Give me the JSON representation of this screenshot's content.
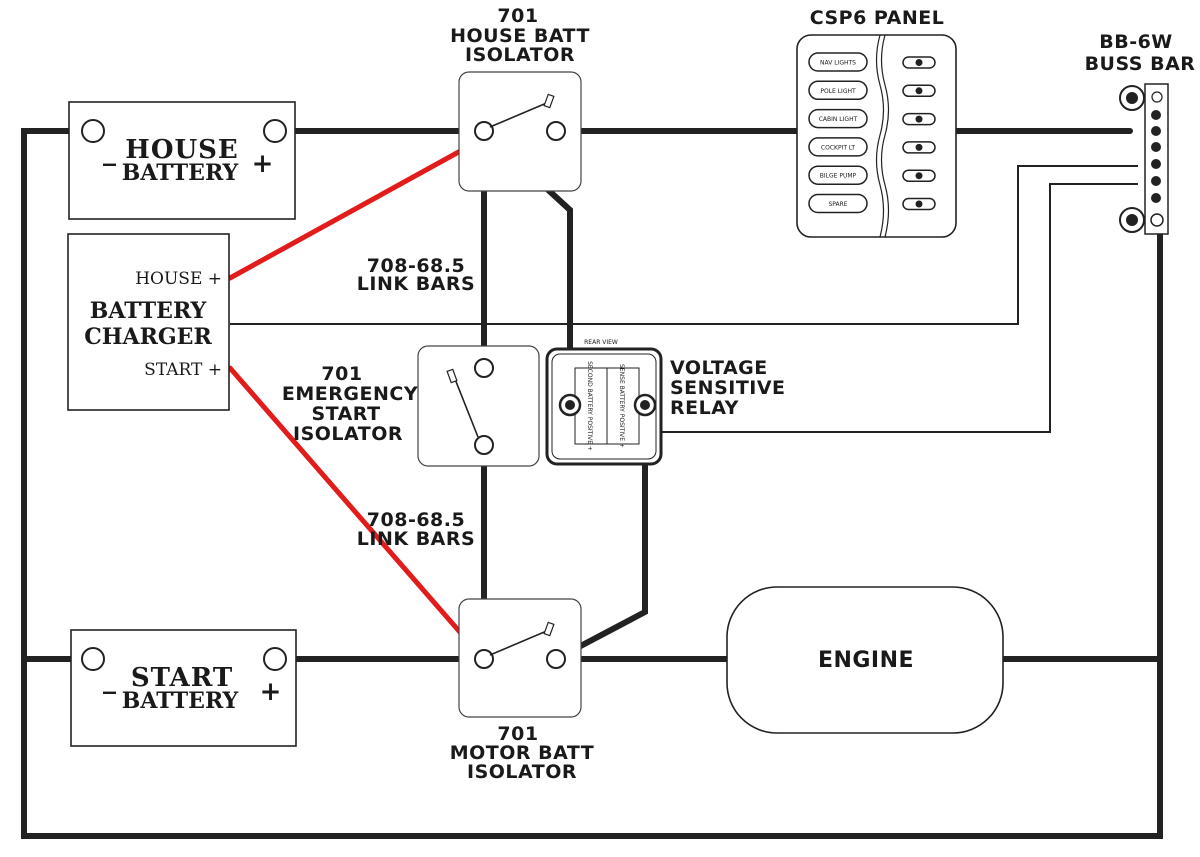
{
  "house_battery": {
    "line1": "HOUSE",
    "line2": "BATTERY",
    "neg": "_",
    "pos": "+"
  },
  "start_battery": {
    "line1": "START",
    "line2": "BATTERY",
    "neg": "_",
    "pos": "+"
  },
  "house_isolator": {
    "num": "701",
    "line1": "HOUSE BATT",
    "line2": "ISOLATOR"
  },
  "emergency_isolator": {
    "num": "701",
    "line1": "EMERGENCY",
    "line2": "START",
    "line3": "ISOLATOR"
  },
  "motor_isolator": {
    "num": "701",
    "line1": "MOTOR BATT",
    "line2": "ISOLATOR"
  },
  "link_bars_upper": {
    "line1": "708-68.5",
    "line2": "LINK BARS"
  },
  "link_bars_lower": {
    "line1": "708-68.5",
    "line2": "LINK BARS"
  },
  "charger": {
    "house": "HOUSE +",
    "line1": "BATTERY",
    "line2": "CHARGER",
    "start": "START +"
  },
  "panel": {
    "title": "CSP6 PANEL",
    "switches": [
      "NAV LIGHTS",
      "POLE LIGHT",
      "CABIN LIGHT",
      "COCKPIT LT",
      "BILGE PUMP",
      "SPARE"
    ]
  },
  "buss_bar": {
    "line1": "BB-6W",
    "line2": "BUSS BAR"
  },
  "relay": {
    "line1": "VOLTAGE",
    "line2": "SENSITIVE",
    "line3": "RELAY",
    "rear_view": "REAR VIEW",
    "left_text": "SECOND BATTERY POSITIVE +",
    "right_text": "SENSE BATTERY POSITIVE +"
  },
  "engine": {
    "label": "ENGINE"
  }
}
